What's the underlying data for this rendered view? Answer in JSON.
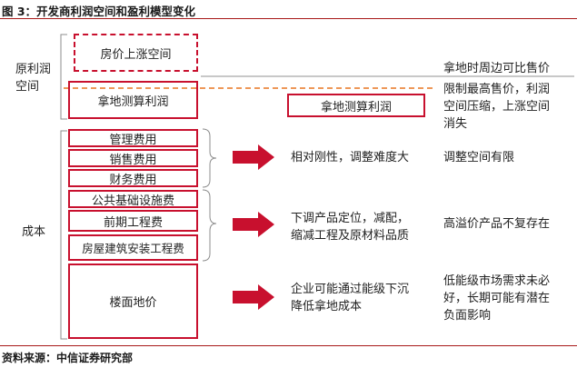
{
  "figure": {
    "title": "图 3：开发商利润空间和盈利模型变化",
    "source": "资料来源：中信证券研究部"
  },
  "diagram": {
    "groups": {
      "profit_space": "原利润空间",
      "cost": "成本"
    },
    "boxes": {
      "price_increase_space": "房价上涨空间",
      "land_calc_profit": "拿地测算利润",
      "land_calc_profit_new": "拿地测算利润",
      "management_fee": "管理费用",
      "sales_fee": "销售费用",
      "financial_fee": "财务费用",
      "public_infra_fee": "公共基础设施费",
      "preliminary_eng_fee": "前期工程费",
      "building_install_fee": "房屋建筑安装工程费",
      "land_price": "楼面地价"
    },
    "arrow_notes": {
      "fees": "相对刚性，调整难度大",
      "engineering": [
        "下调产品定位，减配，",
        "缩减工程及原材料品质"
      ],
      "land": [
        "企业可能通过能级下沉",
        "降低拿地成本"
      ]
    },
    "right_notes": {
      "price_limit": [
        "拿地时周边可比售价",
        "限制最高售价，利润",
        "空间压缩，上涨空间",
        "消失"
      ],
      "fees": "调整空间有限",
      "engineering": "高溢价产品不复存在",
      "land": [
        "低能级市场需求未必",
        "好，长期可能有潜在",
        "负面影响"
      ]
    },
    "colors": {
      "accent_red": "#c8102e",
      "dashed_orange": "#e87722",
      "reference_gray": "#a6a6a6",
      "bracket_gray": "#8c8c8c"
    }
  }
}
